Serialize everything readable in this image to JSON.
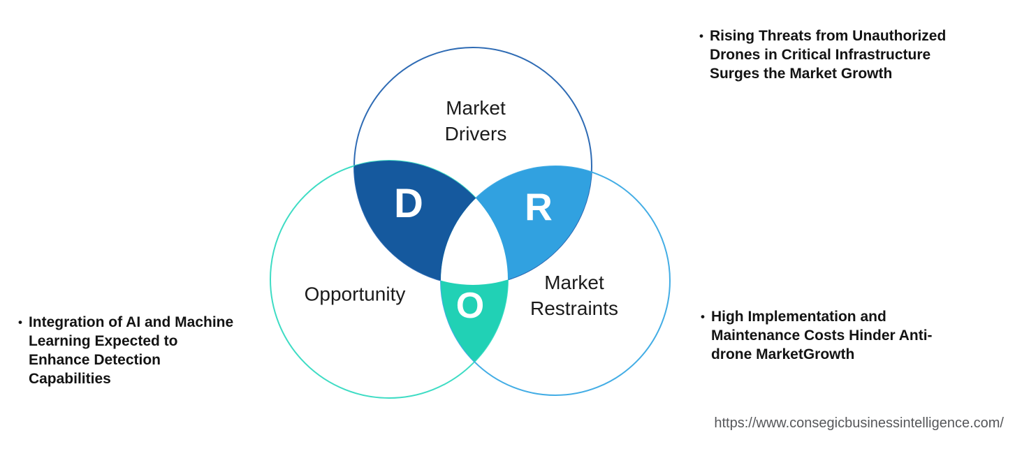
{
  "diagram": {
    "circles": {
      "drivers": {
        "label": "Market\nDrivers",
        "stroke": "#2e6bb4"
      },
      "opportunity": {
        "label": "Opportunity",
        "stroke": "#3edcc4"
      },
      "restraints": {
        "label": "Market\nRestraints",
        "stroke": "#43ade5"
      }
    },
    "regions": {
      "d": {
        "letter": "D",
        "fill": "#15599e"
      },
      "r": {
        "letter": "R",
        "fill": "#31a1e0"
      },
      "o": {
        "letter": "O",
        "fill": "#21d1b5"
      },
      "center_fill": "#ffffff"
    }
  },
  "annotations": {
    "drivers_note": {
      "bullet": "•",
      "text": "Rising Threats from Unauthorized\nDrones in Critical Infrastructure\nSurges the Market Growth"
    },
    "opportunity_note": {
      "bullet": "•",
      "text": "Integration of AI and Machine\nLearning Expected to\nEnhance Detection\nCapabilities"
    },
    "restraints_note": {
      "bullet": "•",
      "text": "High Implementation and\nMaintenance Costs Hinder Anti-\ndrone MarketGrowth"
    }
  },
  "footer": {
    "url": "https://www.consegicbusinessintelligence.com/"
  }
}
